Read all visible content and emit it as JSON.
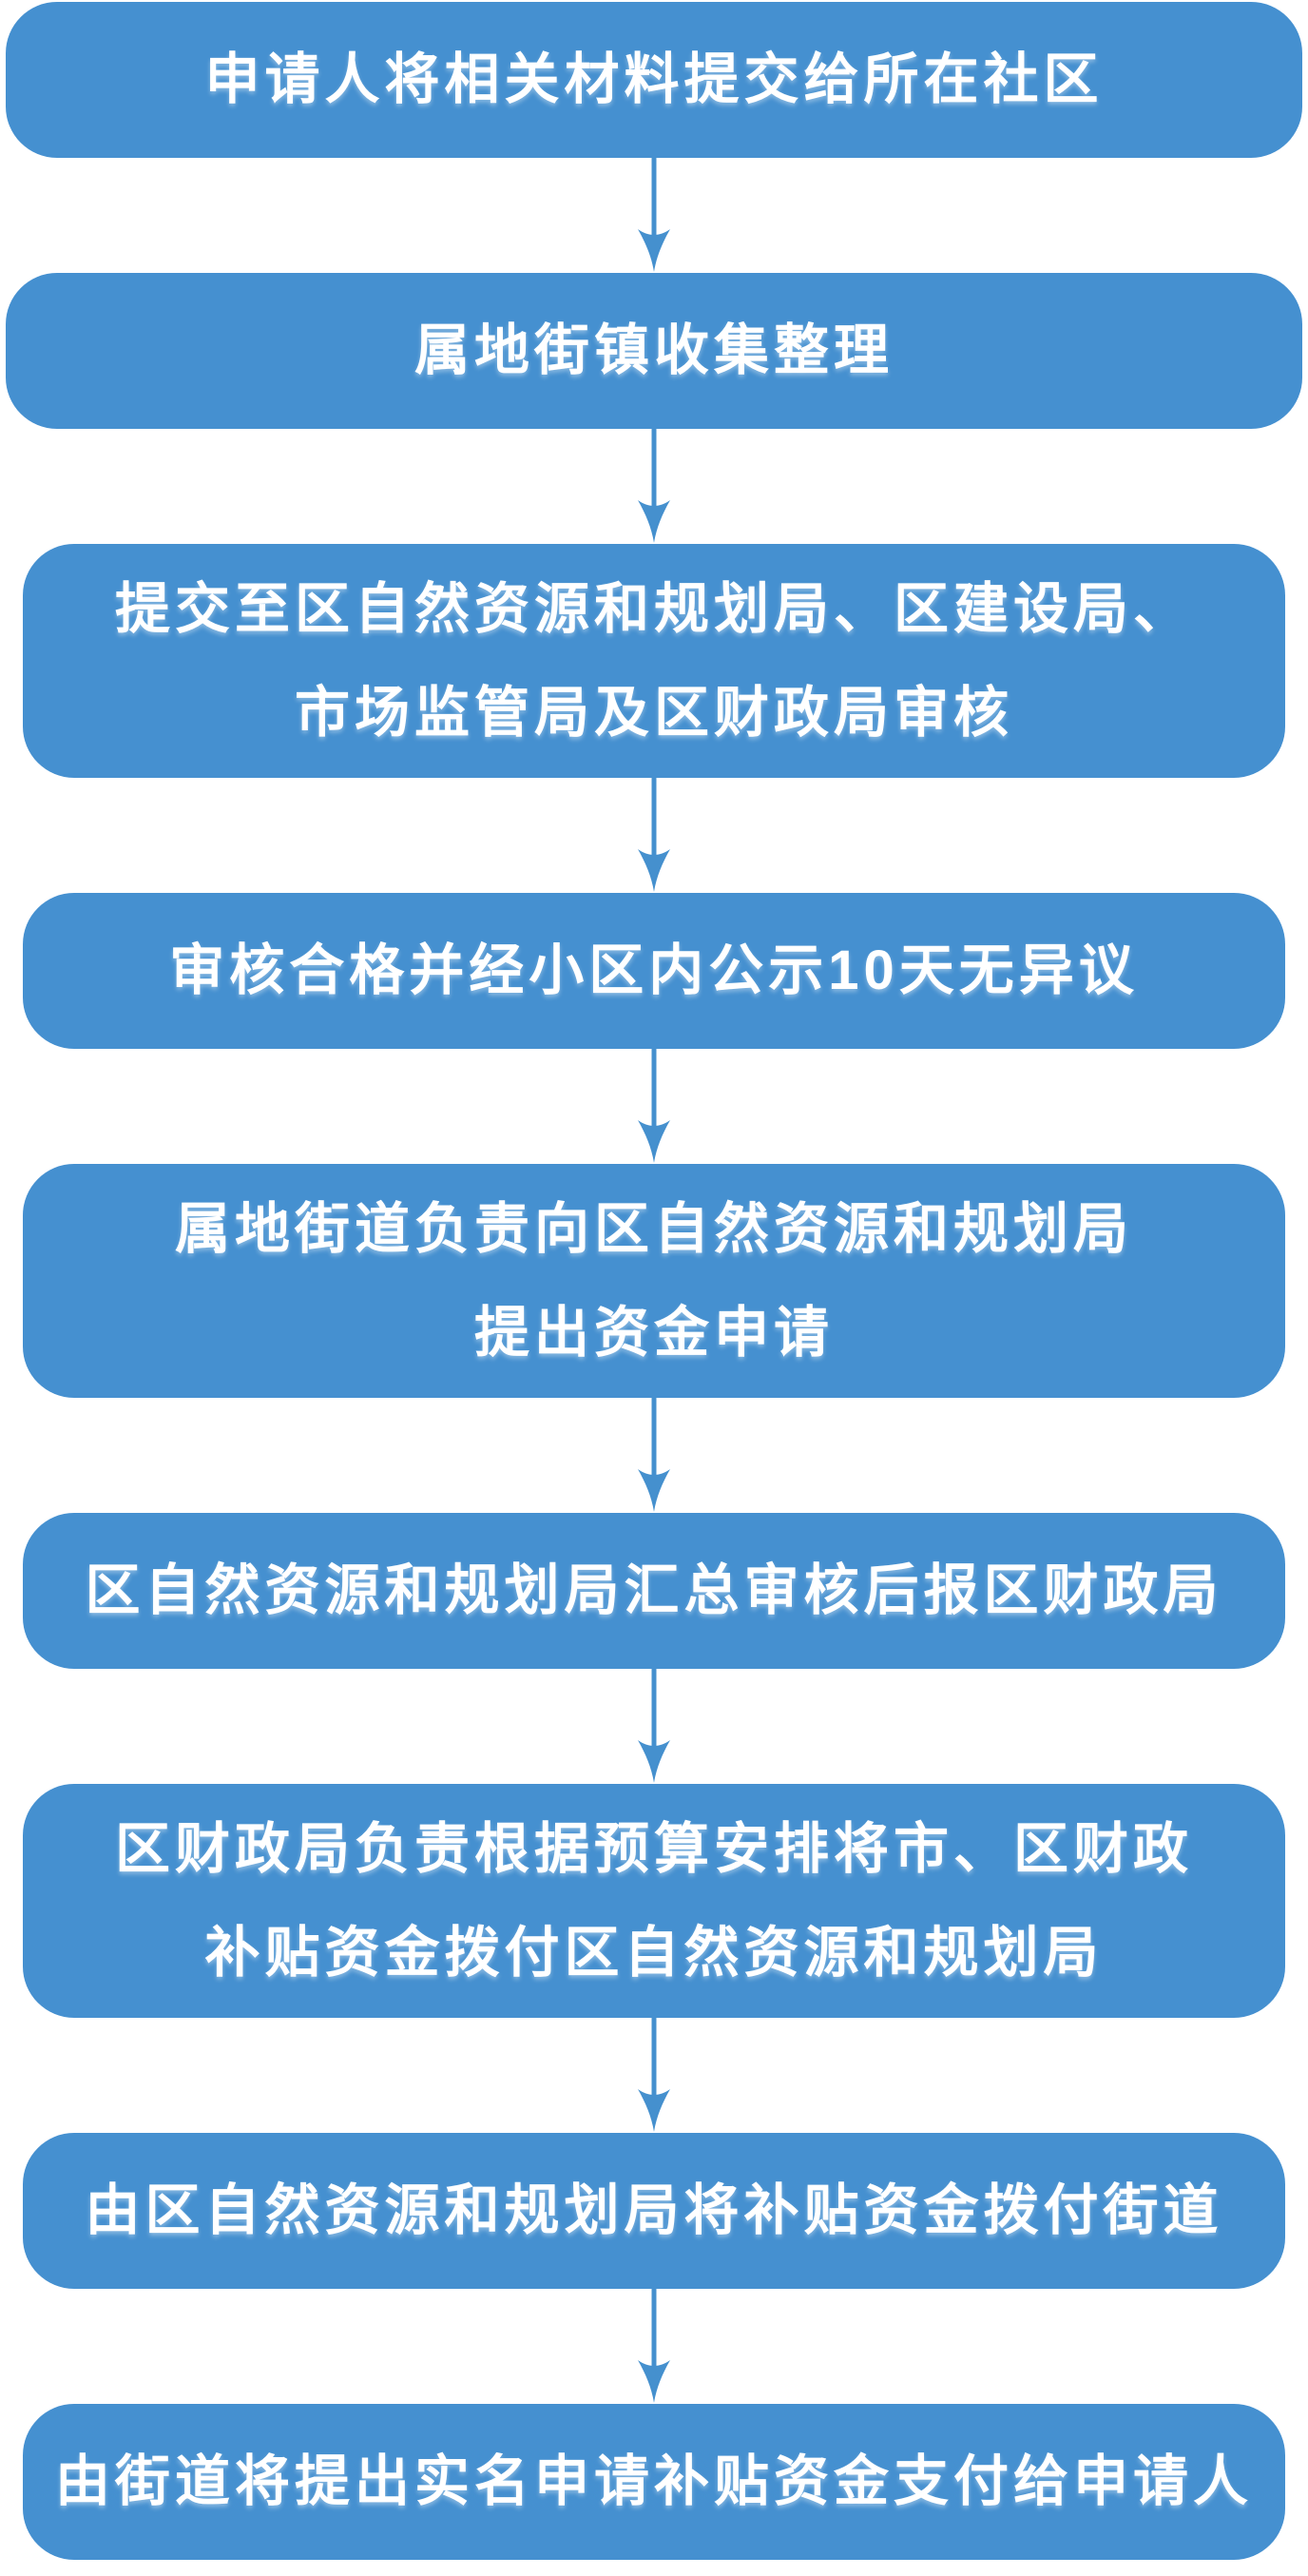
{
  "flowchart": {
    "description": "vertical process flowchart, nine rounded blue boxes connected by downward arrows",
    "box_color": "#4590D0",
    "arrow_color": "#4590CE",
    "text_color": "#ffffff",
    "background_color": "#ffffff",
    "steps": [
      {
        "text": "申请人将相关材料提交给所在社区"
      },
      {
        "text": "属地街镇收集整理"
      },
      {
        "text": "提交至区自然资源和规划局、区建设局、\n市场监管局及区财政局审核"
      },
      {
        "text": "审核合格并经小区内公示10天无异议"
      },
      {
        "text": "属地街道负责向区自然资源和规划局\n提出资金申请"
      },
      {
        "text": "区自然资源和规划局汇总审核后报区财政局"
      },
      {
        "text": "区财政局负责根据预算安排将市、区财政\n补贴资金拨付区自然资源和规划局"
      },
      {
        "text": "由区自然资源和规划局将补贴资金拨付街道"
      },
      {
        "text": "由街道将提出实名申请补贴资金支付给申请人"
      }
    ]
  }
}
